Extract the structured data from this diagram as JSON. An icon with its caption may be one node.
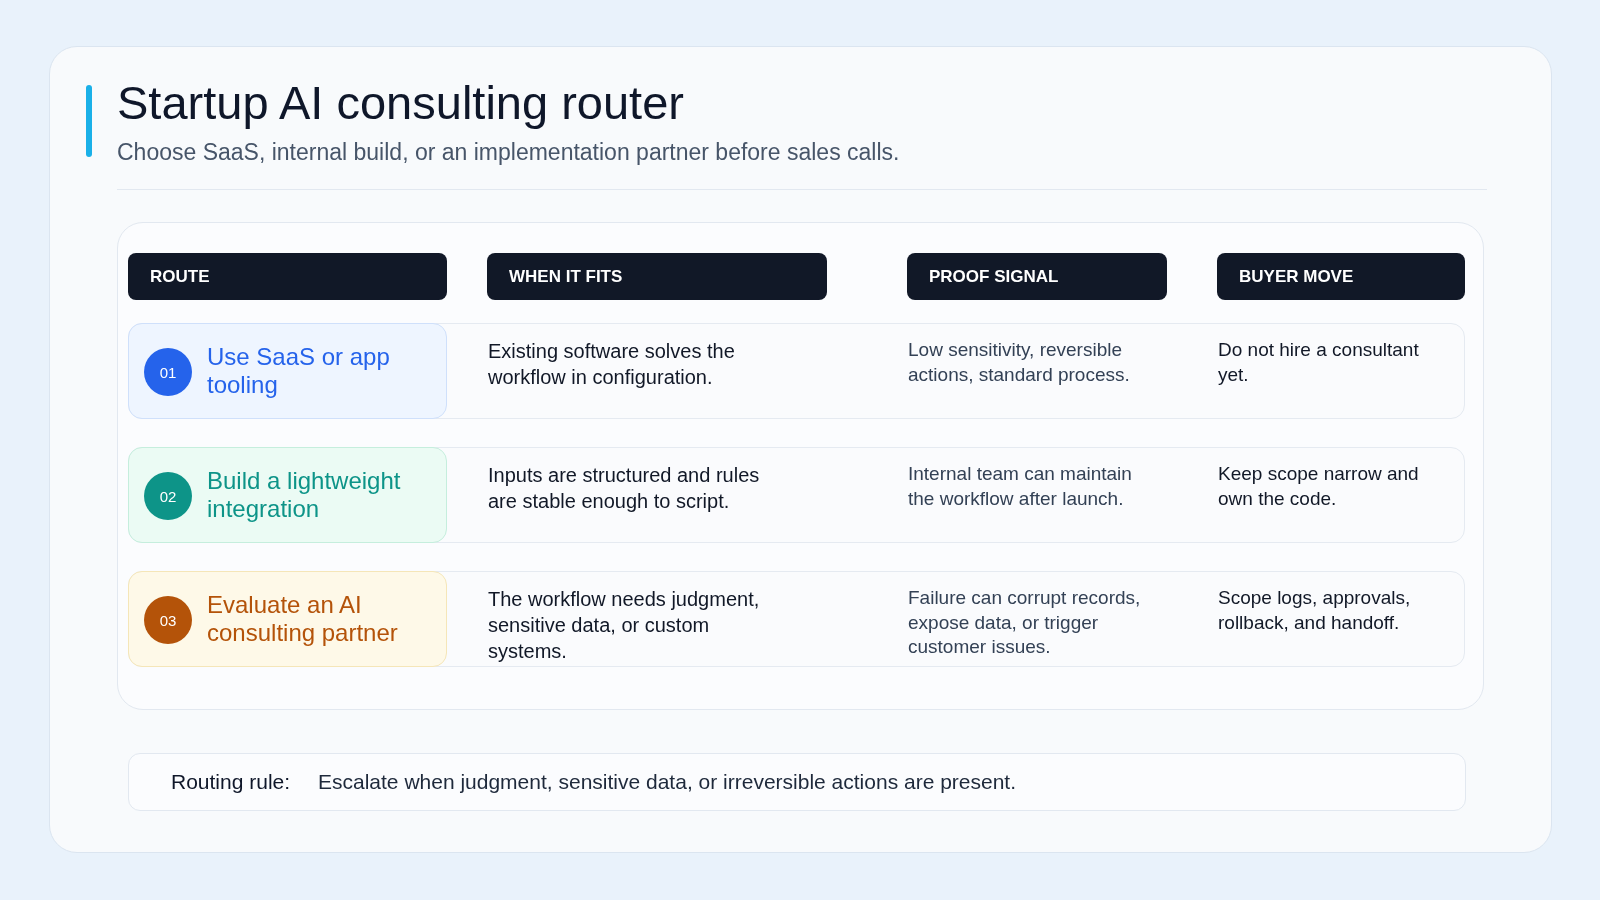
{
  "diagram": {
    "title": "Startup AI consulting router",
    "nodes": [
      {
        "text": [],
        "shape": "box"
      },
      {
        "text": [
          "ROUTE"
        ],
        "in": 0
      },
      {
        "text": [
          "WHEN IT FITS"
        ],
        "in": 0
      },
      {
        "text": [
          "PROOF SIGNAL"
        ],
        "in": 0
      },
      {
        "text": [
          "BUYER MOVE"
        ],
        "in": 0
      },
      {
        "text": [
          "Existing software solves the workflow in configuration.",
          "Low sensitivity, reversible actions, standard process.",
          "Do not hire a consultant yet."
        ],
        "in": 0
      },
      {
        "text": [
          "Use SaaS or app tooling"
        ],
        "in": 5
      },
      {
        "text": [
          "01"
        ],
        "in": 6
      },
      {
        "text": [
          "Inputs are structured and rules are stable enough to script.",
          "Internal team can maintain the workflow after launch.",
          "Keep scope narrow and own the code."
        ],
        "in": 0
      },
      {
        "text": [
          "Build a lightweight integration"
        ],
        "in": 8
      },
      {
        "text": [
          "02"
        ],
        "in": 9
      },
      {
        "text": [
          "The workflow needs judgment, sensitive data, or custom systems.",
          "Failure can corrupt records, expose data, or trigger customer issues.",
          "Scope logs, approvals, rollback, and handoff."
        ],
        "in": 0
      },
      {
        "text": [
          "Evaluate an AI consulting partner"
        ],
        "in": 11
      },
      {
        "text": [
          "03"
        ],
        "in": 12
      },
      {
        "text": [
          "Routing rule:",
          "Escalate when judgment, sensitive data, or irreversible actions are present."
        ]
      }
    ],
    "labels": [
      "Choose SaaS, internal build, or an implementation partner before sales calls."
    ]
  }
}
